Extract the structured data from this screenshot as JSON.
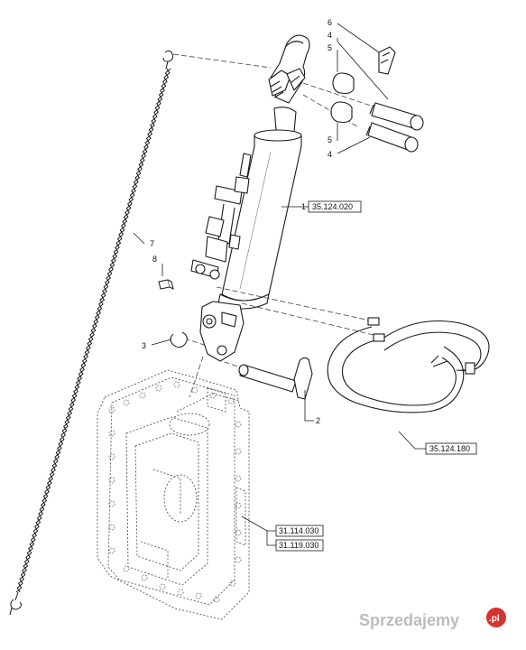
{
  "callouts": {
    "c1": "1",
    "c2": "2",
    "c3": "3",
    "c4a": "4",
    "c4b": "4",
    "c5a": "5",
    "c5b": "5",
    "c6": "6",
    "c7": "7",
    "c8": "8"
  },
  "references": {
    "ref_cylinder": "35.124.020",
    "ref_hoses": "35.124.180",
    "ref_housing_a": "31.114.030",
    "ref_housing_b": "31.119.030"
  },
  "watermark": {
    "brand": "Sprzedajemy",
    "suffix": ".pl"
  },
  "colors": {
    "line": "#1a1a1a",
    "dashed": "#444444",
    "watermark": "#bcbcbc",
    "watermark_badge": "#d8322f"
  }
}
